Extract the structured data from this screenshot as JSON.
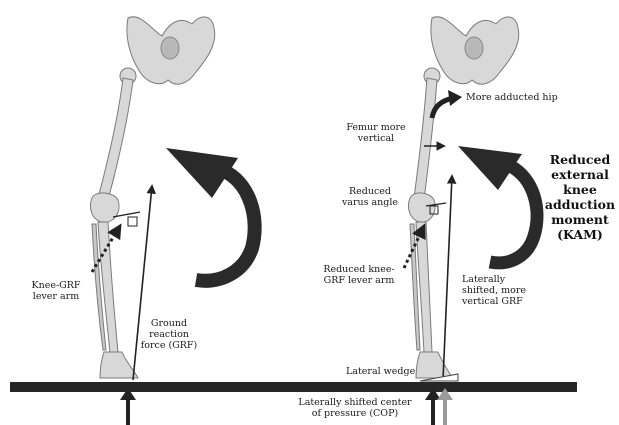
{
  "left_panel": {
    "knee_grf_lever_arm": "Knee-GRF\nlever arm",
    "ground_reaction_force": "Ground\nreaction\nforce (GRF)"
  },
  "right_panel": {
    "more_adducted_hip": "More adducted hip",
    "femur_more_vertical": "Femur more\nvertical",
    "reduced_varus_angle": "Reduced\nvarus angle",
    "reduced_knee_grf_lever_arm": "Reduced knee-\nGRF lever arm",
    "laterally_shifted_grf": "Laterally\nshifted, more\nvertical GRF",
    "reduced_kam": "Reduced\nexternal\nknee\nadduction\nmoment\n(KAM)",
    "lateral_wedge": "Lateral wedge",
    "laterally_shifted_cop": "Laterally shifted center\nof pressure (COP)"
  },
  "colors": {
    "ground_bar": "#262626",
    "arrow": "#222222",
    "shifted_arrow": "#9a9a9a",
    "bone_fill": "#d8d8d8",
    "bone_stroke": "#7a7a7a"
  }
}
